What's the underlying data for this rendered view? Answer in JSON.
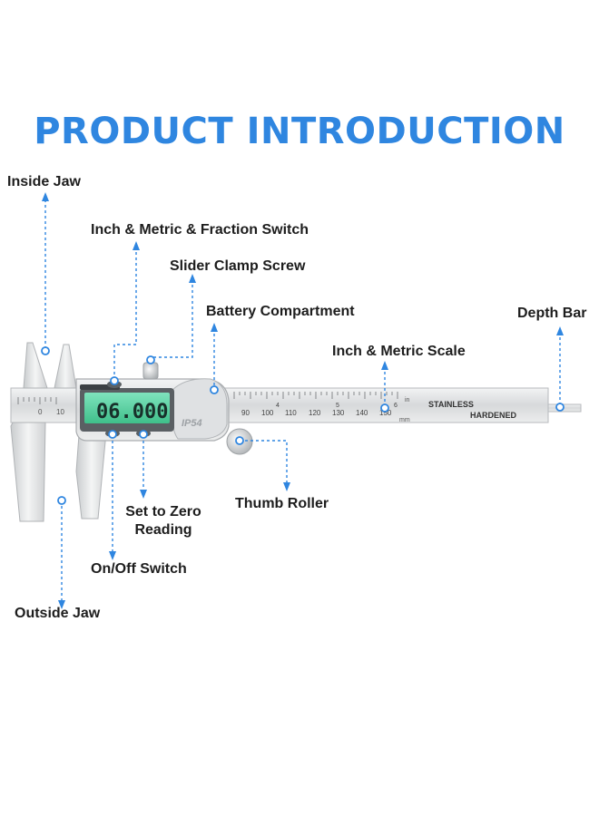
{
  "title": "PRODUCT INTRODUCTION",
  "callouts": {
    "inside_jaw": "Inside Jaw",
    "switch": "Inch & Metric & Fraction Switch",
    "clamp_screw": "Slider Clamp Screw",
    "battery": "Battery Compartment",
    "depth_bar": "Depth Bar",
    "scale": "Inch & Metric Scale",
    "thumb_roller": "Thumb Roller",
    "zero_line1": "Set to Zero",
    "zero_line2": "Reading",
    "onoff": "On/Off Switch",
    "outside_jaw": "Outside Jaw"
  },
  "caliper": {
    "display_reading": "06.000",
    "brand": "IP54",
    "body_text_top": "STAINLESS",
    "body_text_bottom": "HARDENED",
    "scale_numbers": [
      "90",
      "100",
      "110",
      "120",
      "130",
      "140",
      "150"
    ],
    "inch_numbers": [
      "4",
      "5",
      "6"
    ],
    "unit_mm": "mm",
    "unit_in": "in",
    "jaw_numbers": [
      "0",
      "10"
    ]
  },
  "colors": {
    "accent": "#2f86e0",
    "lcd": "#5fd6a4",
    "steel": "#d9dbdd"
  }
}
